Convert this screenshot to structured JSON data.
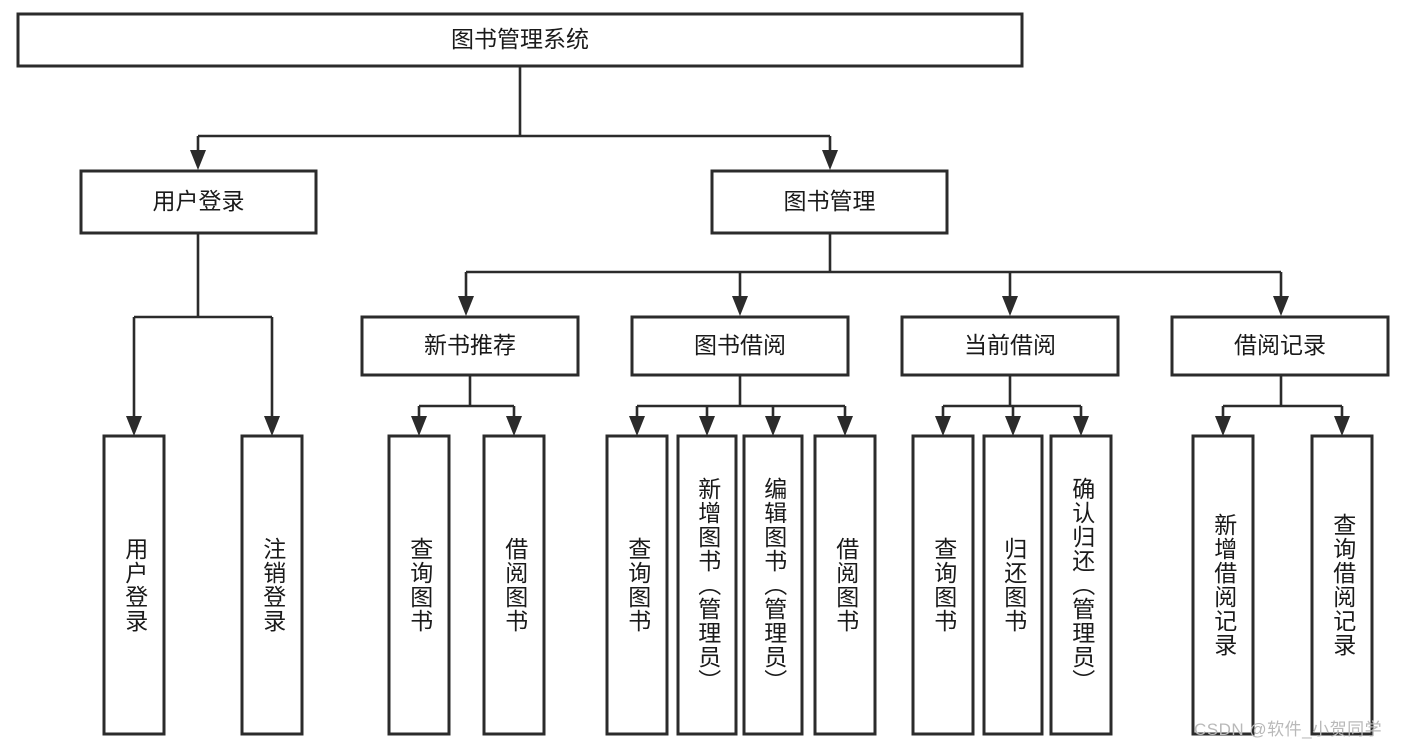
{
  "diagram": {
    "title": "图书管理系统",
    "type": "tree-hierarchy-diagram",
    "colors": {
      "box_stroke": "#2b2b2b",
      "box_fill": "#ffffff",
      "connector": "#2b2b2b",
      "text": "#1a1a1a",
      "watermark": "#b9b9b9",
      "background": "#ffffff"
    },
    "root": {
      "label": "图书管理系统"
    },
    "level2": [
      {
        "label": "用户登录"
      },
      {
        "label": "图书管理"
      }
    ],
    "level3": [
      {
        "label": "新书推荐"
      },
      {
        "label": "图书借阅"
      },
      {
        "label": "当前借阅"
      },
      {
        "label": "借阅记录"
      }
    ],
    "leaves": {
      "user_login": [
        {
          "label": "用户登录"
        },
        {
          "label": "注销登录"
        }
      ],
      "new_book_recommend": [
        {
          "label": "查询图书"
        },
        {
          "label": "借阅图书"
        }
      ],
      "book_borrow": [
        {
          "label": "查询图书"
        },
        {
          "label": "新增图书（管理员）"
        },
        {
          "label": "编辑图书（管理员）"
        },
        {
          "label": "借阅图书"
        }
      ],
      "current_borrow": [
        {
          "label": "查询图书"
        },
        {
          "label": "归还图书"
        },
        {
          "label": "确认归还（管理员）"
        }
      ],
      "borrow_record": [
        {
          "label": "新增借阅记录"
        },
        {
          "label": "查询借阅记录"
        }
      ]
    }
  },
  "watermark": {
    "text": "CSDN @软件_小贺同学"
  }
}
